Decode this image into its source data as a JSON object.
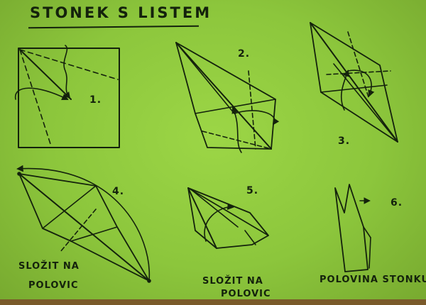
{
  "title": "STONEK S LISTEM",
  "steps": [
    {
      "number": "1."
    },
    {
      "number": "2."
    },
    {
      "number": "3."
    },
    {
      "number": "4.",
      "caption_line1": "SLOŽIT NA",
      "caption_line2": "POLOVIC"
    },
    {
      "number": "5.",
      "caption_line1": "SLOŽIT NA",
      "caption_line2": "POLOVIC"
    },
    {
      "number": "6.",
      "caption": "POLOVINA STONKU"
    }
  ],
  "colors": {
    "paper": "#8cc63c",
    "ink": "#14220c"
  }
}
